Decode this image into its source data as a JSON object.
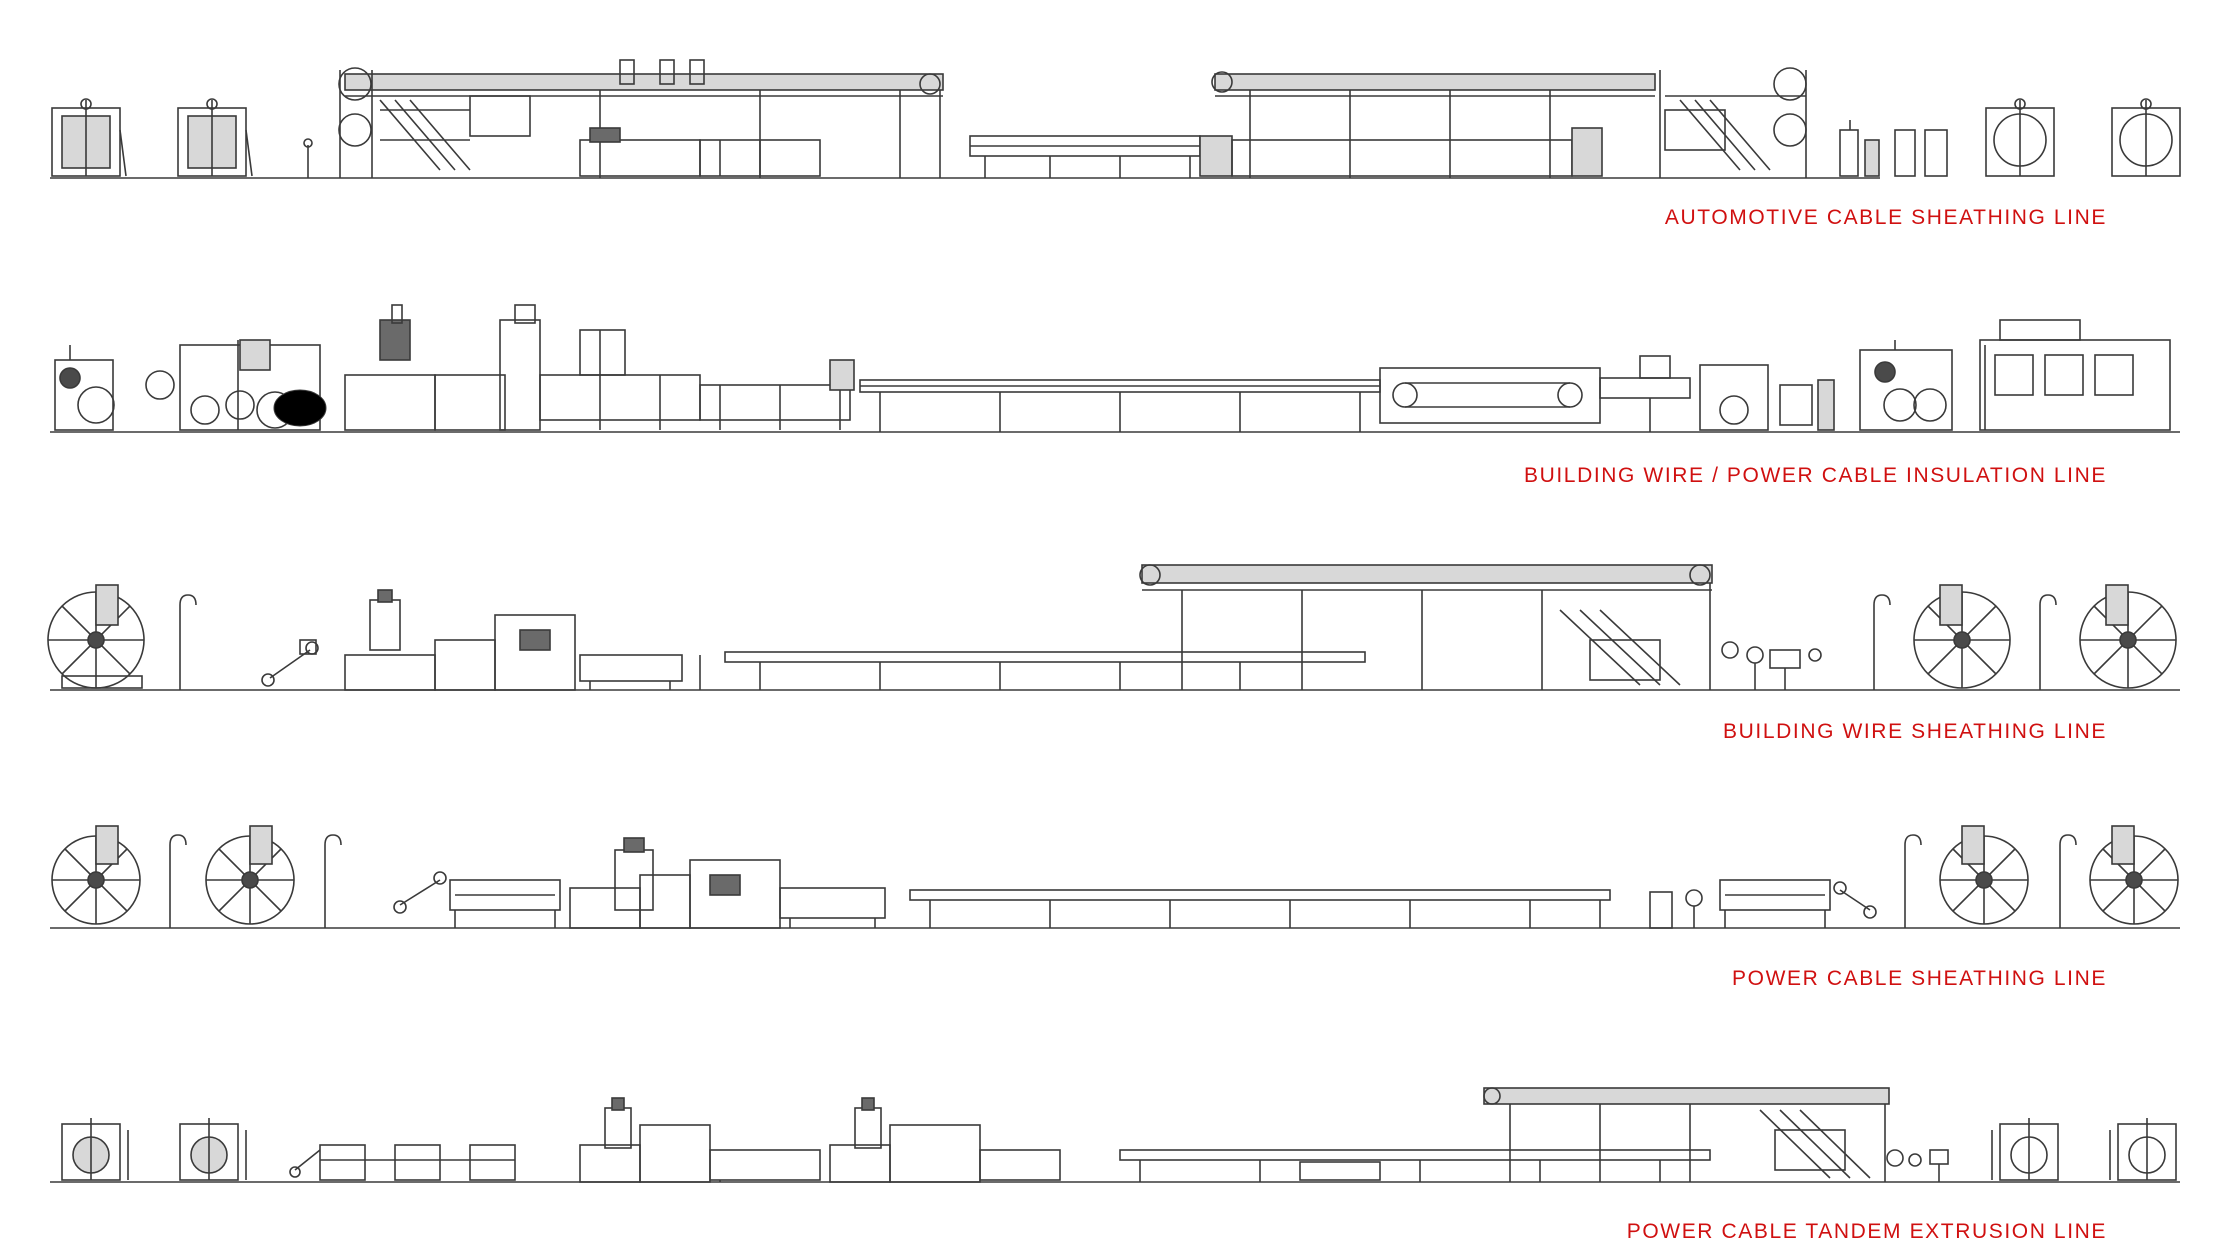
{
  "colors": {
    "label": "#d01010",
    "drawing": "#3a3a3a"
  },
  "lines": [
    {
      "label": "AUTOMOTIVE CABLE SHEATHING LINE"
    },
    {
      "label": "BUILDING WIRE / POWER CABLE INSULATION LINE"
    },
    {
      "label": "BUILDING WIRE SHEATHING LINE"
    },
    {
      "label": "POWER CABLE SHEATHING LINE"
    },
    {
      "label": "POWER CABLE TANDEM EXTRUSION LINE"
    }
  ]
}
